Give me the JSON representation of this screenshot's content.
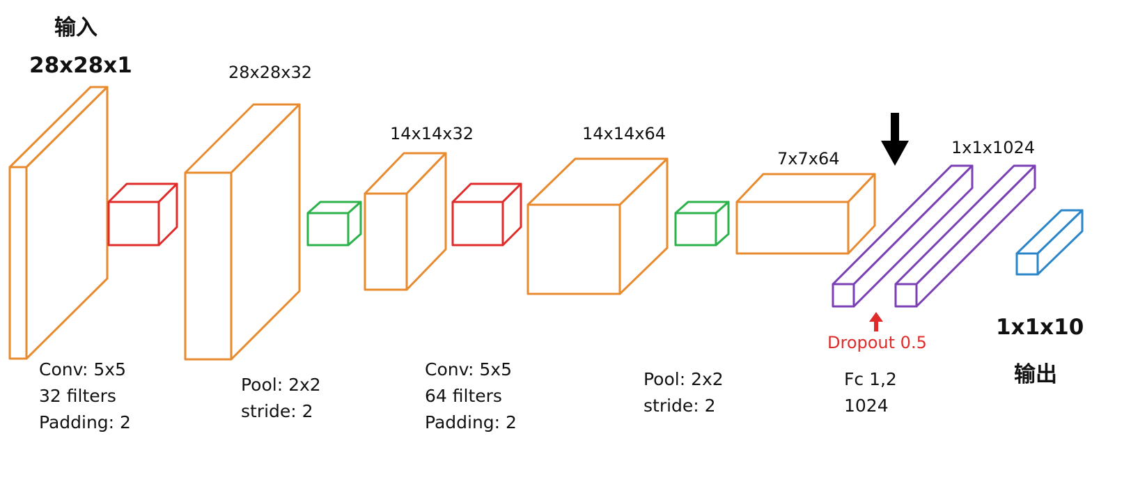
{
  "colors": {
    "tensor": "#e88a2e",
    "conv": "#e02b2b",
    "pool": "#2bb24a",
    "fc": "#7b3fb5",
    "output": "#2a86c9",
    "dropout": "#e02b2b",
    "marker": "#000000"
  },
  "input": {
    "title": "输入",
    "dim": "28x28x1"
  },
  "output": {
    "title": "输出",
    "dim": "1x1x10"
  },
  "tensors": [
    {
      "dim": "28x28x32"
    },
    {
      "dim": "14x14x32"
    },
    {
      "dim": "14x14x64"
    },
    {
      "dim": "7x7x64"
    },
    {
      "dim": "1x1x1024"
    }
  ],
  "ops": {
    "conv1": [
      "Conv: 5x5",
      "32 filters",
      "Padding: 2"
    ],
    "pool1": [
      "Pool: 2x2",
      "stride: 2"
    ],
    "conv2": [
      "Conv: 5x5",
      "64 filters",
      "Padding: 2"
    ],
    "pool2": [
      "Pool: 2x2",
      "stride: 2"
    ],
    "fc": [
      "Fc 1,2",
      "1024"
    ]
  },
  "dropout": {
    "label": "Dropout 0.5",
    "icon": "up-arrow-icon"
  },
  "marker": {
    "icon": "down-arrow-icon"
  }
}
